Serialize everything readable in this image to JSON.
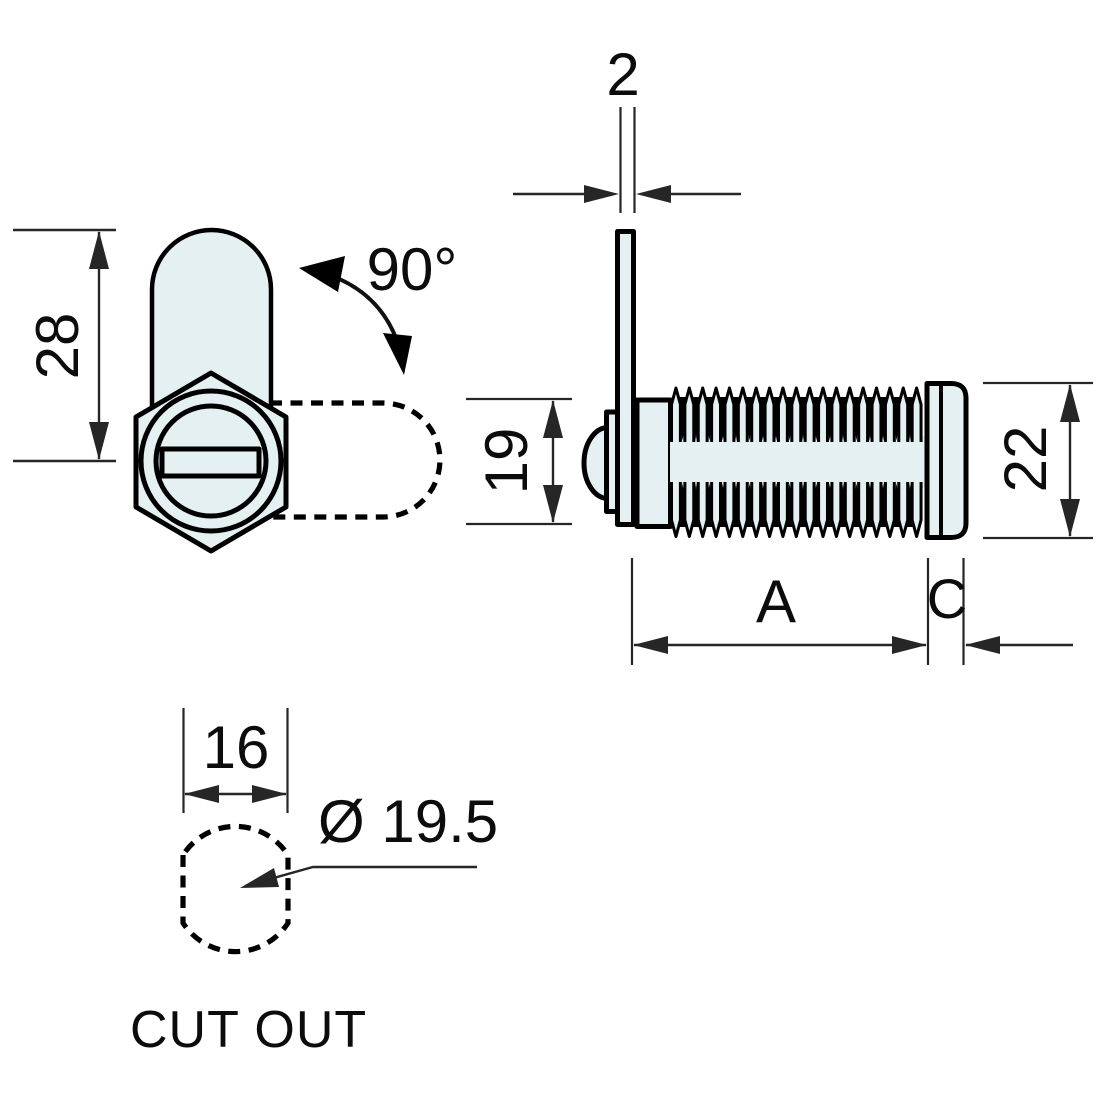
{
  "figure": {
    "background": "#ffffff",
    "part_fill": "#e4f0f1",
    "outline_color": "#000000",
    "dim_line_color": "#262626"
  },
  "views": {
    "front": {
      "height_dim": "28",
      "rotation_angle": "90°"
    },
    "side": {
      "cam_thickness_dim": "2",
      "boss_height_dim": "19",
      "head_diameter_dim": "22",
      "body_length_dim": "A",
      "head_depth_dim": "C"
    },
    "cutout": {
      "width_dim": "16",
      "diameter_dim": "Ø 19.5",
      "caption": "CUT OUT"
    }
  }
}
